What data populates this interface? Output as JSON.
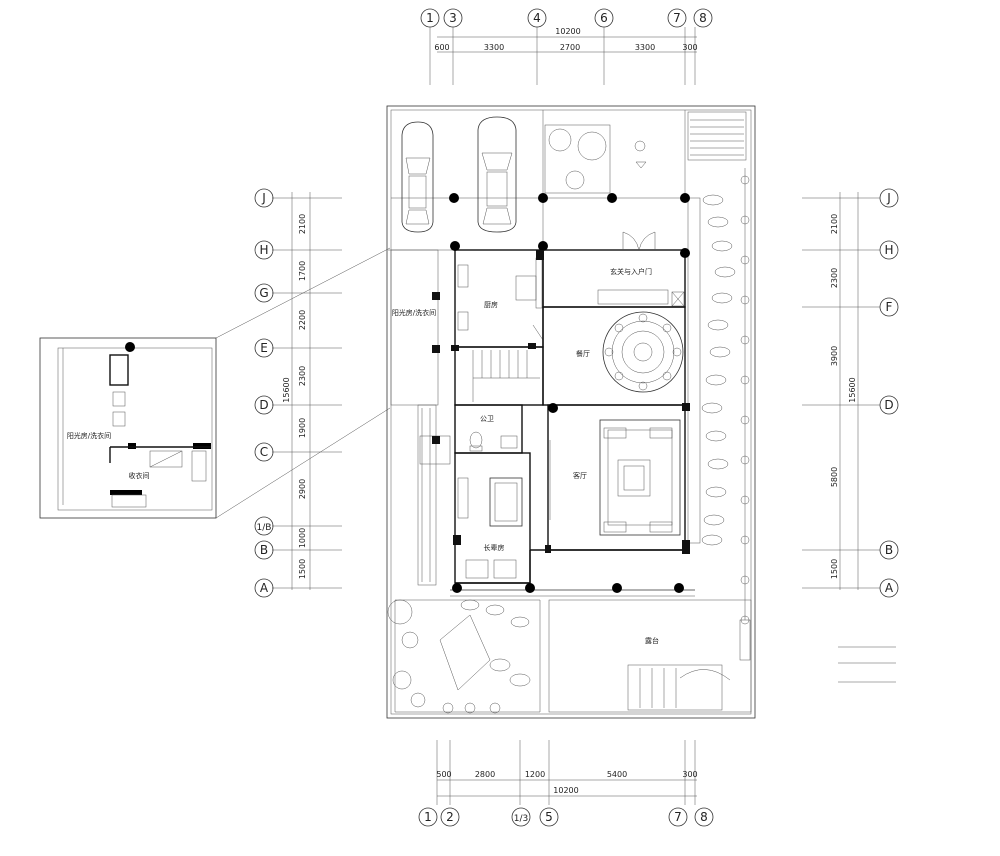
{
  "top_axes": [
    "1",
    "3",
    "4",
    "6",
    "7",
    "8"
  ],
  "top_total": "10200",
  "top_dims": [
    "600",
    "3300",
    "2700",
    "3300",
    "300"
  ],
  "bottom_axes": [
    "1",
    "2",
    "1/3",
    "5",
    "7",
    "8"
  ],
  "bottom_total": "10200",
  "bottom_dims": [
    "500",
    "2800",
    "1200",
    "5400",
    "300"
  ],
  "left_axes": [
    "J",
    "H",
    "G",
    "E",
    "D",
    "C",
    "1/B",
    "B",
    "A"
  ],
  "left_dims": [
    "2100",
    "1700",
    "2200",
    "2300",
    "1900",
    "2900",
    "1000",
    "1500"
  ],
  "left_total": "15600",
  "right_axes": [
    "J",
    "H",
    "F",
    "D",
    "B",
    "A"
  ],
  "right_dims": [
    "2100",
    "2300",
    "3900",
    "5800",
    "1500"
  ],
  "right_total": "15600",
  "rooms": {
    "entry": "玄关与入户门",
    "kitchen": "厨房",
    "sunroom": "阳光房/洗衣间",
    "dining": "餐厅",
    "wc": "公卫",
    "living": "客厅",
    "bedroom": "长辈房",
    "terrace": "露台"
  },
  "inset": {
    "sunroom": "阳光房/洗衣间",
    "storage": "收衣间"
  },
  "colors": {
    "line": "#333333",
    "wall": "#111111",
    "column": "#000000"
  }
}
